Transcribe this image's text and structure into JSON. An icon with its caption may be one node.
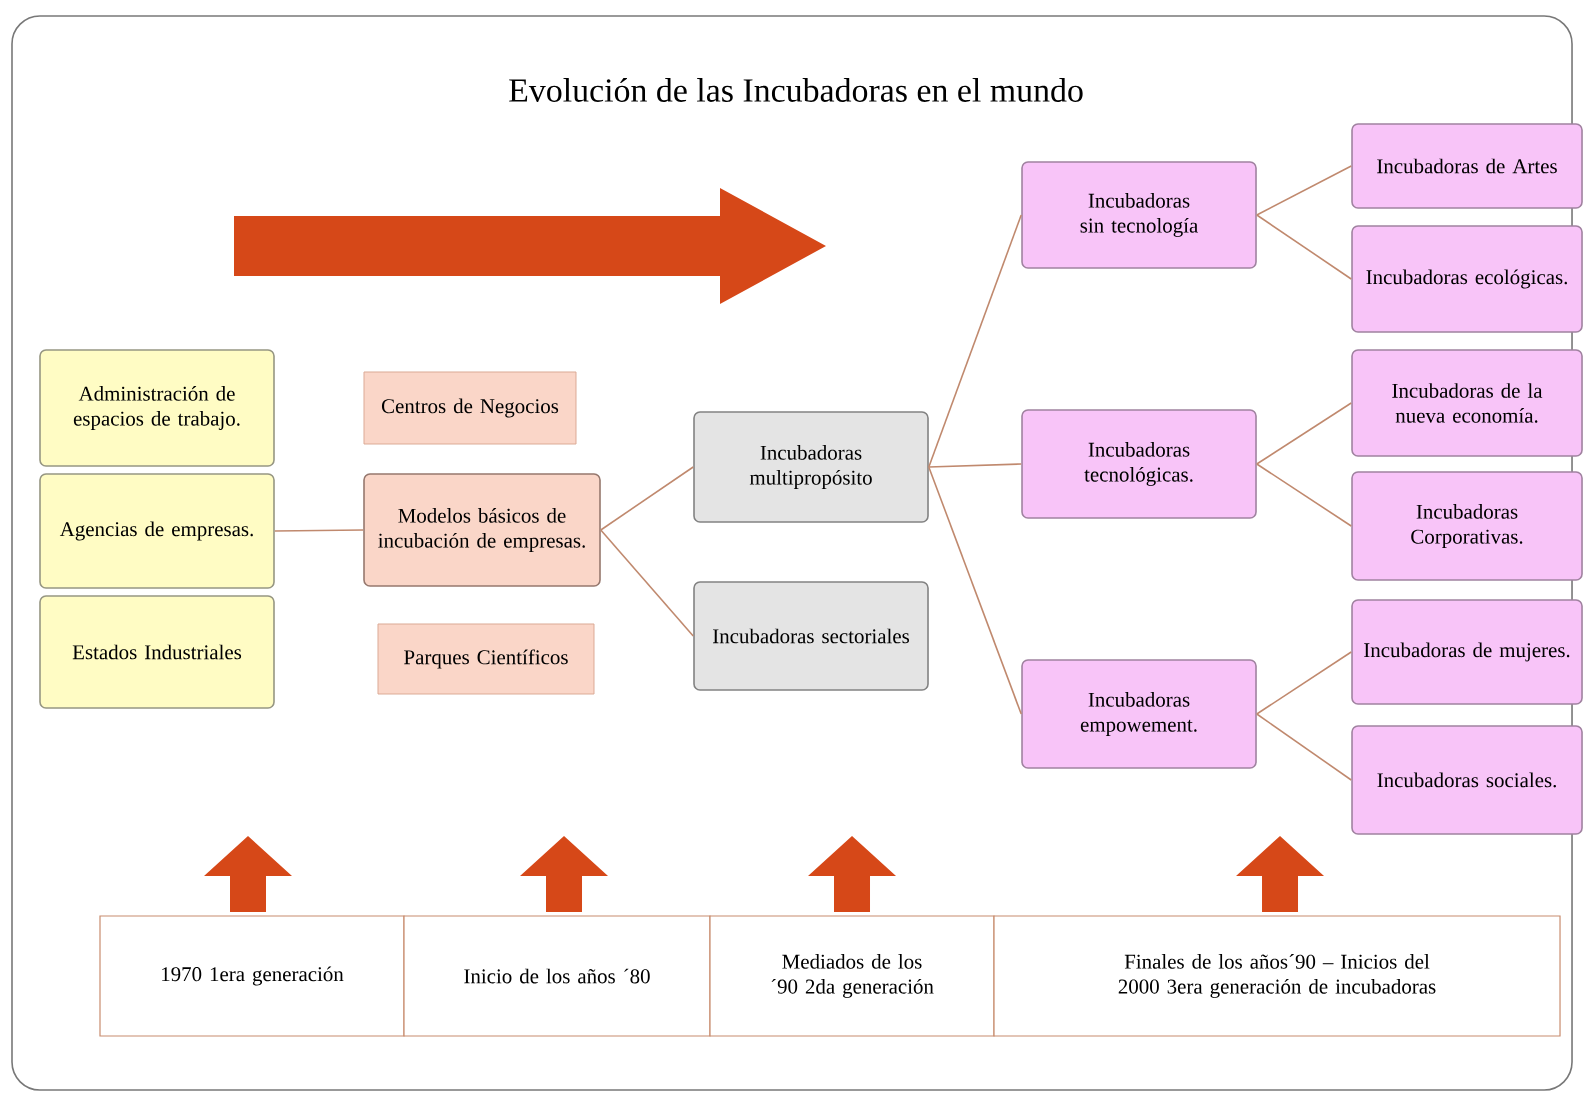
{
  "diagram": {
    "title": "Evolución de las Incubadoras en el mundo",
    "nodes": [
      {
        "text": [
          "Administración de espacios de trabajo."
        ]
      },
      {
        "text": [
          "Agencias de empresas."
        ]
      },
      {
        "text": [
          "Estados Industriales"
        ]
      },
      {
        "text": [
          "Centros de Negocios"
        ]
      },
      {
        "text": [
          "Modelos básicos de incubación de empresas."
        ]
      },
      {
        "text": [
          "Parques Científicos"
        ]
      },
      {
        "text": [
          "Incubadoras multipropósito"
        ]
      },
      {
        "text": [
          "Incubadoras sectoriales"
        ]
      },
      {
        "text": [
          "Incubadoras sin tecnología"
        ]
      },
      {
        "text": [
          "Incubadoras tecnológicas."
        ]
      },
      {
        "text": [
          "Incubadoras empowement."
        ]
      },
      {
        "text": [
          "Incubadoras de Artes"
        ]
      },
      {
        "text": [
          "Incubadoras ecológicas."
        ]
      },
      {
        "text": [
          "Incubadoras de la nueva economía."
        ]
      },
      {
        "text": [
          "Incubadoras Corporativas."
        ]
      },
      {
        "text": [
          "Incubadoras de mujeres."
        ]
      },
      {
        "text": [
          "Incubadoras sociales."
        ]
      },
      {
        "text": [
          "1970 1era generación"
        ]
      },
      {
        "text": [
          "Inicio de los años ´80"
        ]
      },
      {
        "text": [
          "Mediados de los ´90 2da generación"
        ]
      },
      {
        "text": [
          "Finales de los años´90 – Inicios del 2000 3era generación de incubadoras"
        ]
      }
    ],
    "edges": [
      {
        "from": 1,
        "to": 4,
        "arrow": "none"
      },
      {
        "from": 4,
        "to": 6,
        "arrow": "none"
      },
      {
        "from": 4,
        "to": 7,
        "arrow": "none"
      },
      {
        "from": 6,
        "to": 8,
        "arrow": "none"
      },
      {
        "from": 6,
        "to": 9,
        "arrow": "none"
      },
      {
        "from": 6,
        "to": 10,
        "arrow": "none"
      },
      {
        "from": 8,
        "to": 11,
        "arrow": "none"
      },
      {
        "from": 8,
        "to": 12,
        "arrow": "none"
      },
      {
        "from": 9,
        "to": 13,
        "arrow": "none"
      },
      {
        "from": 9,
        "to": 14,
        "arrow": "none"
      },
      {
        "from": 10,
        "to": 15,
        "arrow": "none"
      },
      {
        "from": 10,
        "to": 16,
        "arrow": "none"
      }
    ]
  }
}
